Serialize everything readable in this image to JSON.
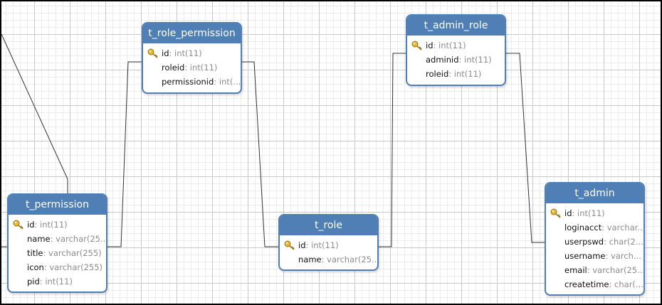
{
  "tables": {
    "t_role_permission": {
      "title": "t_role_permission",
      "columns": [
        {
          "name": "id",
          "type": ": int(11)",
          "pk": true
        },
        {
          "name": "roleid",
          "type": ": int(11)",
          "pk": false
        },
        {
          "name": "permissionid",
          "type": ": int(...",
          "pk": false
        }
      ]
    },
    "t_admin_role": {
      "title": "t_admin_role",
      "columns": [
        {
          "name": "id",
          "type": ": int(11)",
          "pk": true
        },
        {
          "name": "adminid",
          "type": ": int(11)",
          "pk": false
        },
        {
          "name": "roleid",
          "type": ": int(11)",
          "pk": false
        }
      ]
    },
    "t_permission": {
      "title": "t_permission",
      "columns": [
        {
          "name": "id",
          "type": ": int(11)",
          "pk": true
        },
        {
          "name": "name",
          "type": ": varchar(25...",
          "pk": false
        },
        {
          "name": "title",
          "type": ": varchar(255)",
          "pk": false
        },
        {
          "name": "icon",
          "type": ": varchar(255)",
          "pk": false
        },
        {
          "name": "pid",
          "type": ": int(11)",
          "pk": false
        }
      ]
    },
    "t_role": {
      "title": "t_role",
      "columns": [
        {
          "name": "id",
          "type": ": int(11)",
          "pk": true
        },
        {
          "name": "name",
          "type": ": varchar(25...",
          "pk": false
        }
      ]
    },
    "t_admin": {
      "title": "t_admin",
      "columns": [
        {
          "name": "id",
          "type": ": int(11)",
          "pk": true
        },
        {
          "name": "loginacct",
          "type": ": varchar...",
          "pk": false
        },
        {
          "name": "userpswd",
          "type": ": char(2...",
          "pk": false
        },
        {
          "name": "username",
          "type": ": varch...",
          "pk": false
        },
        {
          "name": "email",
          "type": ": varchar(25...",
          "pk": false
        },
        {
          "name": "createtime",
          "type": ": char(...",
          "pk": false
        }
      ]
    }
  },
  "colors": {
    "header": "#4f7fb5",
    "border": "#4f7fb5",
    "type_text": "#8c8c8c",
    "link": "#333333",
    "key_icon": "#e8b830"
  }
}
